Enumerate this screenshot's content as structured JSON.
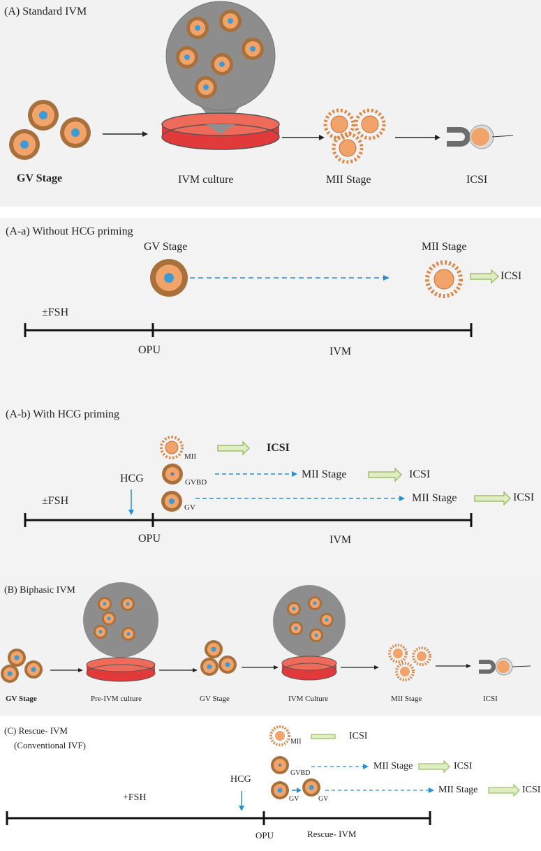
{
  "panelA": {
    "title": "(A) Standard IVM",
    "labels": {
      "gv": "GV Stage",
      "culture": "IVM culture",
      "mii": "MII Stage",
      "icsi": "ICSI"
    }
  },
  "panelAa": {
    "title": "(A-a) Without HCG priming",
    "gv_stage": "GV Stage",
    "mii_stage": "MII Stage",
    "icsi": "ICSI",
    "fsh": "±FSH",
    "opu": "OPU",
    "ivm": "IVM"
  },
  "panelAb": {
    "title": "(A-b) With HCG priming",
    "mii": "MII",
    "icsi1": "ICSI",
    "gvbd": "GVBD",
    "mii_stage1": "MII Stage",
    "icsi2": "ICSI",
    "gv": "GV",
    "mii_stage2": "MII Stage",
    "icsi3": "ICSI",
    "hcg": "HCG",
    "fsh": "±FSH",
    "opu": "OPU",
    "ivm": "IVM"
  },
  "panelB": {
    "title": "(B) Biphasic IVM",
    "labels": {
      "gv1": "GV Stage",
      "pre": "Pre-IVM culture",
      "gv2": "GV Stage",
      "culture": "IVM Culture",
      "mii": "MII Stage",
      "icsi": "ICSI"
    }
  },
  "panelC": {
    "title": "(C) Rescue- IVM",
    "subtitle": "(Conventional IVF)",
    "mii": "MII",
    "icsi1": "ICSI",
    "gvbd": "GVBD",
    "mii_stage1": "MII Stage",
    "icsi2": "ICSI",
    "gv_a": "GV",
    "gv_b": "GV",
    "mii_stage2": "MII Stage",
    "icsi3": "ICSI",
    "hcg": "HCG",
    "fsh": "+FSH",
    "opu": "OPU",
    "rescue": "Rescue- IVM"
  },
  "colors": {
    "cumulus": "#a8703a",
    "oocyte": "#f2a36a",
    "nucleus": "#3a9bd6",
    "dish": "#e23a3a",
    "arrowBlue": "#2a8fd0",
    "arrowGreen": "#b9d58a"
  }
}
